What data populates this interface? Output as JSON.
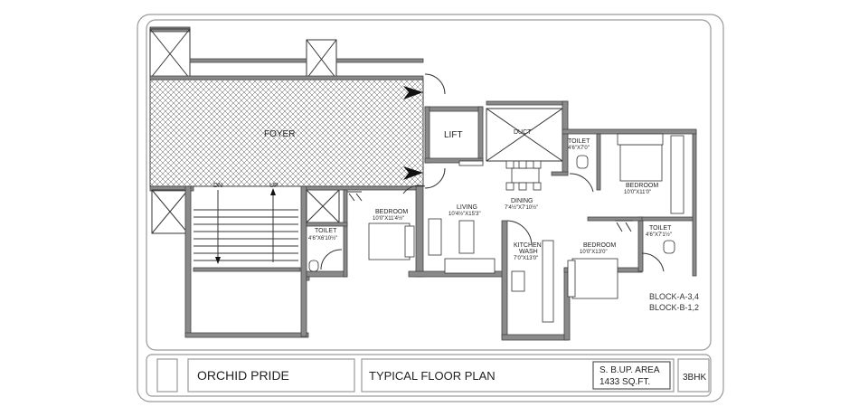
{
  "labels": {
    "foyer": "FOYER",
    "lift": "LIFT",
    "duct": "DUCT",
    "dn": "DN",
    "up": "UP",
    "living": "LIVING",
    "living_dim": "10'4½\"X15'3\"",
    "dining": "DINING",
    "dining_dim": "7'4½\"X7'10½\"",
    "bedroom_left": "BEDROOM",
    "bedroom_left_dim": "10'0\"X11'4½\"",
    "toilet_left": "TOILET",
    "toilet_left_dim": "4'6\"X6'10½\"",
    "kitchen": "KITCHEN &",
    "kitchen2": "WASH",
    "kitchen_dim": "7'0\"X13'0\"",
    "bedroom_mid": "BEDROOM",
    "bedroom_mid_dim": "10'0\"X13'0\"",
    "toilet_mid": "TOILET",
    "toilet_mid_dim": "4'6\"X7'1½\"",
    "bedroom_top": "BEDROOM",
    "bedroom_top_dim": "10'0\"X11'0\"",
    "toilet_top": "TOILET",
    "toilet_top_dim": "4'6\"X7'0\"",
    "block1": "BLOCK-A-3,4",
    "block2": "BLOCK-B-1,2"
  },
  "title_block": {
    "project": "ORCHID PRIDE",
    "plan": "TYPICAL FLOOR PLAN",
    "area1": "S. B.UP. AREA",
    "area2": "1433 SQ.FT.",
    "type": "3BHK"
  }
}
